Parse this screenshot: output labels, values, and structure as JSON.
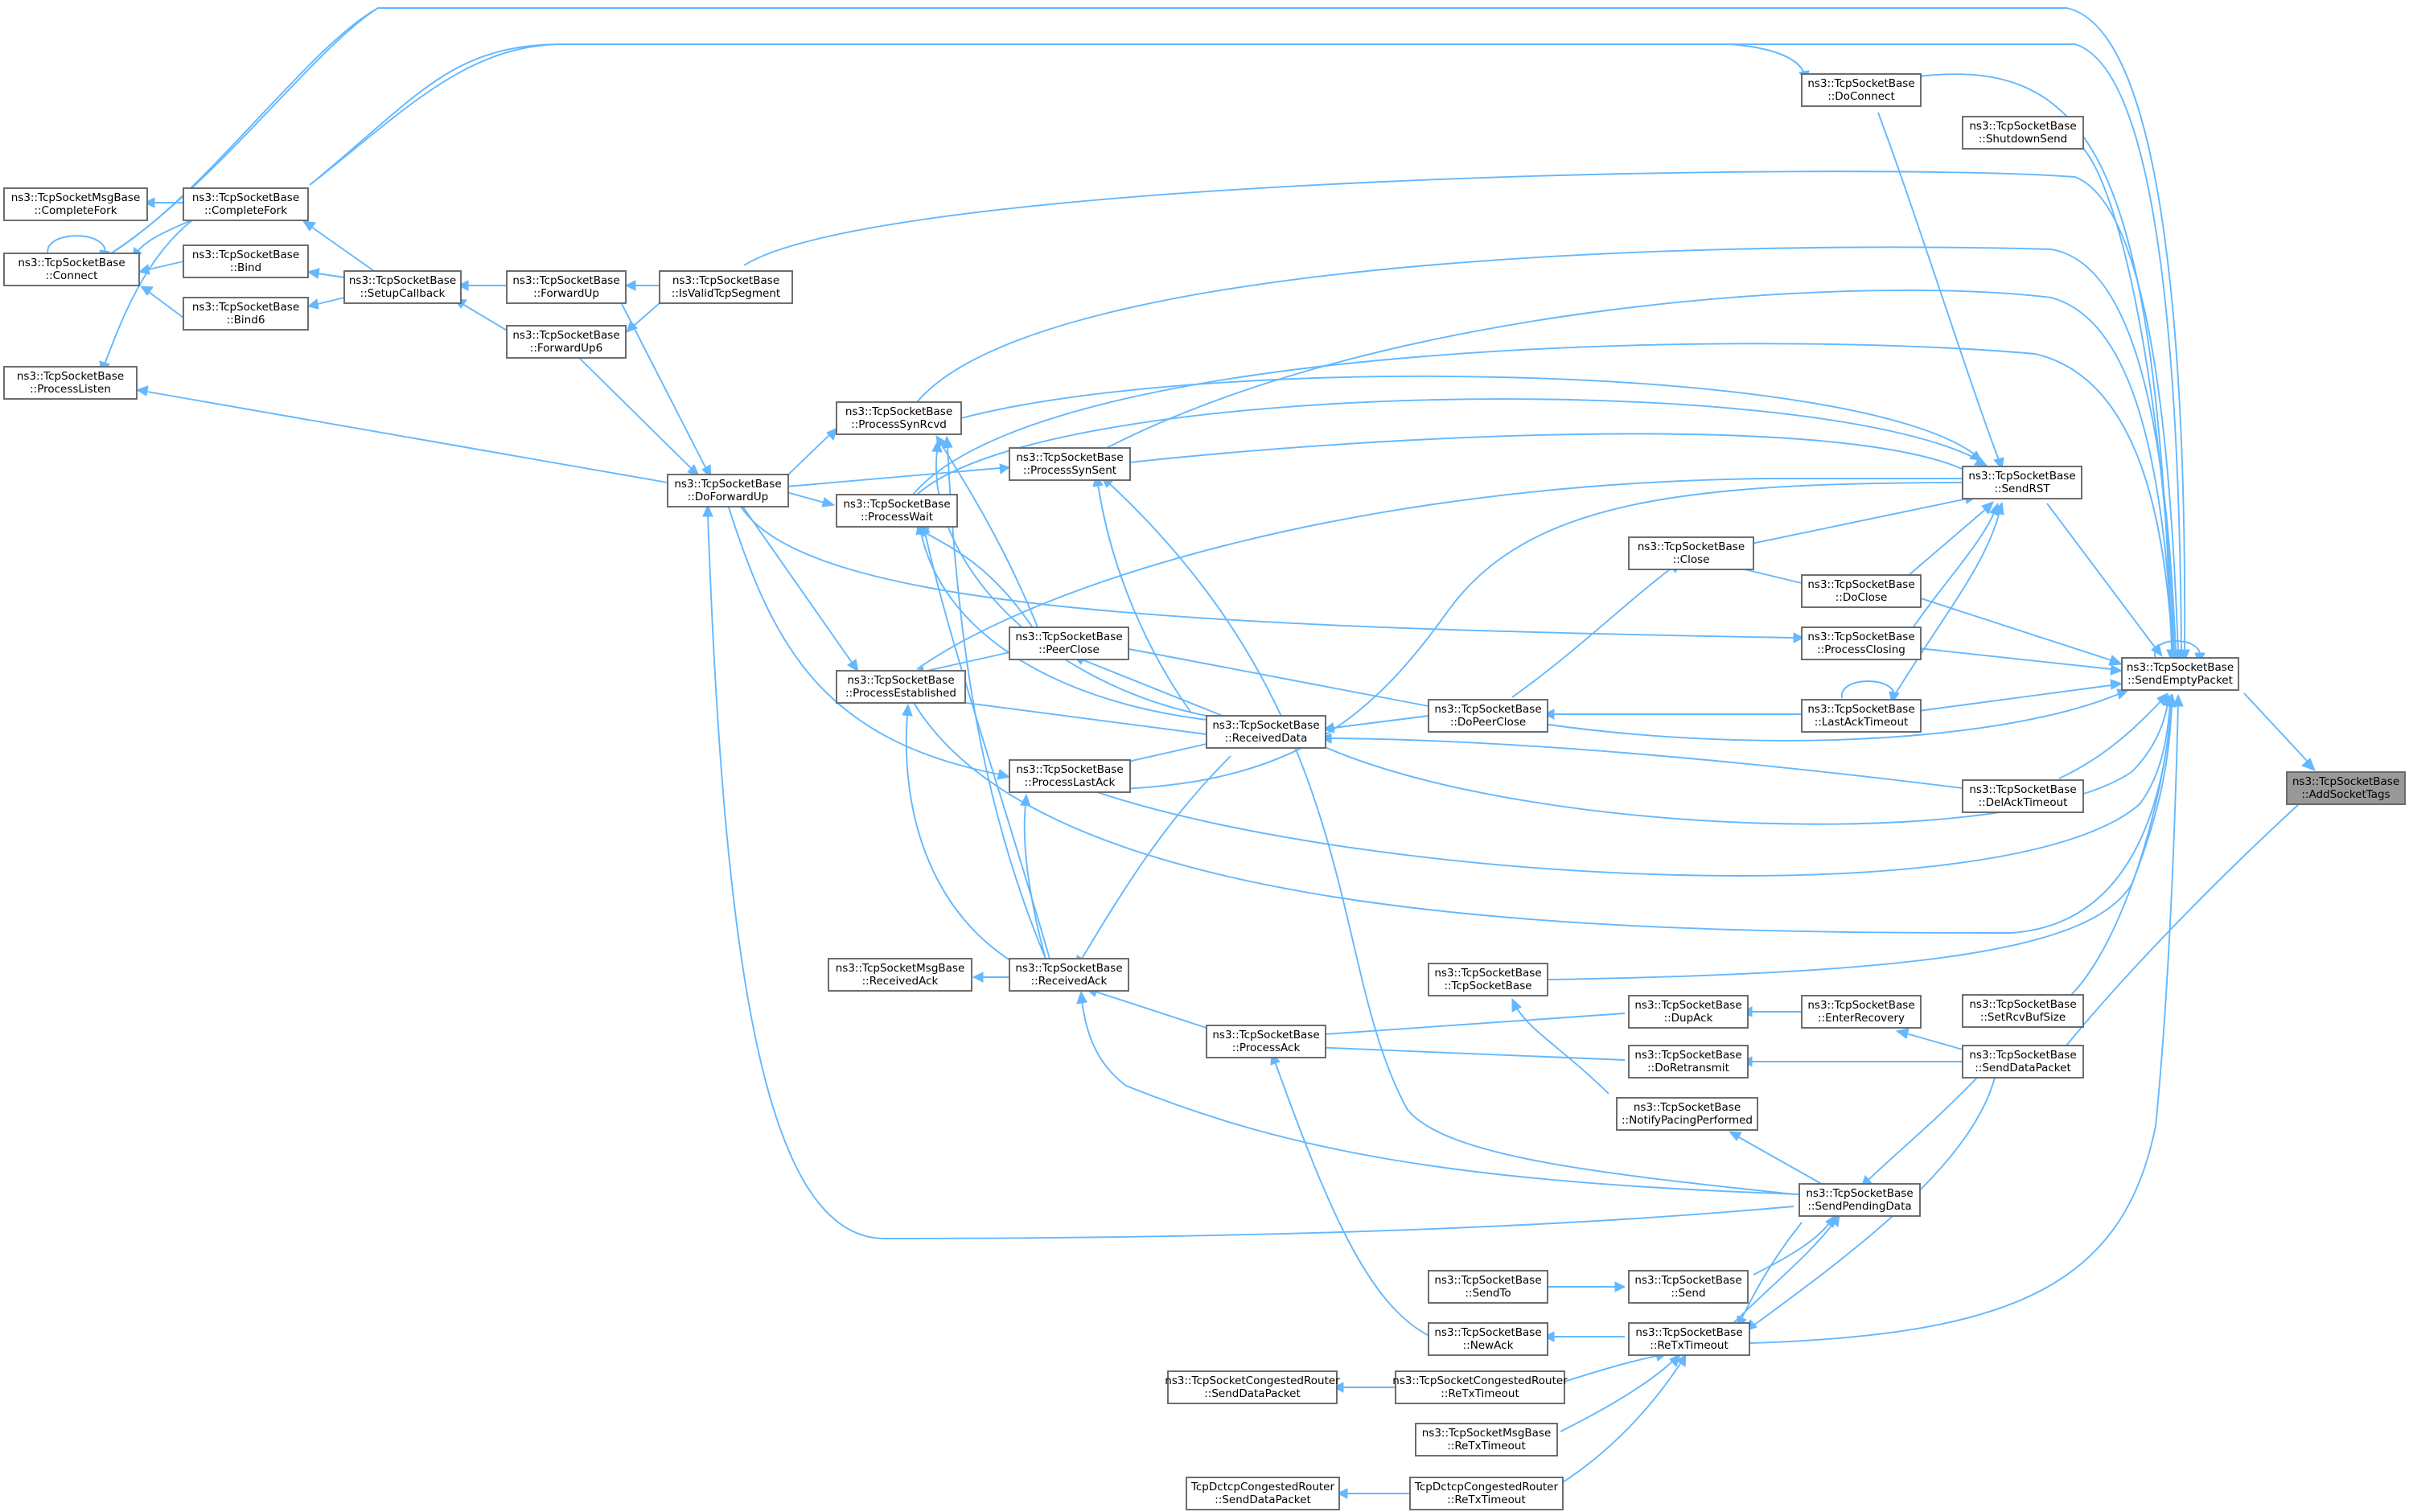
{
  "colors": {
    "edge": "#63b8ff",
    "node_border": "#666666",
    "node_fill": "#ffffff",
    "highlight_fill": "#999999"
  },
  "nodes": {
    "addSocketTags": {
      "line1": "ns3::TcpSocketBase",
      "line2": "::AddSocketTags"
    },
    "sendEmptyPacket": {
      "line1": "ns3::TcpSocketBase",
      "line2": "::SendEmptyPacket"
    },
    "sendDataPacket": {
      "line1": "ns3::TcpSocketBase",
      "line2": "::SendDataPacket"
    },
    "doConnect": {
      "line1": "ns3::TcpSocketBase",
      "line2": "::DoConnect"
    },
    "shutdownSend": {
      "line1": "ns3::TcpSocketBase",
      "line2": "::ShutdownSend"
    },
    "sendRST": {
      "line1": "ns3::TcpSocketBase",
      "line2": "::SendRST"
    },
    "close": {
      "line1": "ns3::TcpSocketBase",
      "line2": "::Close"
    },
    "doClose": {
      "line1": "ns3::TcpSocketBase",
      "line2": "::DoClose"
    },
    "processClosing": {
      "line1": "ns3::TcpSocketBase",
      "line2": "::ProcessClosing"
    },
    "lastAckTimeout": {
      "line1": "ns3::TcpSocketBase",
      "line2": "::LastAckTimeout"
    },
    "delAckTimeout": {
      "line1": "ns3::TcpSocketBase",
      "line2": "::DelAckTimeout"
    },
    "setRcvBufSize": {
      "line1": "ns3::TcpSocketBase",
      "line2": "::SetRcvBufSize"
    },
    "enterRecovery": {
      "line1": "ns3::TcpSocketBase",
      "line2": "::EnterRecovery"
    },
    "dupAck": {
      "line1": "ns3::TcpSocketBase",
      "line2": "::DupAck"
    },
    "doRetransmit": {
      "line1": "ns3::TcpSocketBase",
      "line2": "::DoRetransmit"
    },
    "notifyPacing": {
      "line1": "ns3::TcpSocketBase",
      "line2": "::NotifyPacingPerformed"
    },
    "sendPendingData": {
      "line1": "ns3::TcpSocketBase",
      "line2": "::SendPendingData"
    },
    "send": {
      "line1": "ns3::TcpSocketBase",
      "line2": "::Send"
    },
    "reTxTimeout": {
      "line1": "ns3::TcpSocketBase",
      "line2": "::ReTxTimeout"
    },
    "tcpSocketBaseCtor": {
      "line1": "ns3::TcpSocketBase",
      "line2": "::TcpSocketBase"
    },
    "sendTo": {
      "line1": "ns3::TcpSocketBase",
      "line2": "::SendTo"
    },
    "newAck": {
      "line1": "ns3::TcpSocketBase",
      "line2": "::NewAck"
    },
    "crReTxTimeout": {
      "line1": "ns3::TcpSocketCongestedRouter",
      "line2": "::ReTxTimeout"
    },
    "msgReTxTimeout": {
      "line1": "ns3::TcpSocketMsgBase",
      "line2": "::ReTxTimeout"
    },
    "dctcpReTxTimeout": {
      "line1": "TcpDctcpCongestedRouter",
      "line2": "::ReTxTimeout"
    },
    "crSendDataPacket": {
      "line1": "ns3::TcpSocketCongestedRouter",
      "line2": "::SendDataPacket"
    },
    "dctcpSendDataPacket": {
      "line1": "TcpDctcpCongestedRouter",
      "line2": "::SendDataPacket"
    },
    "doPeerClose": {
      "line1": "ns3::TcpSocketBase",
      "line2": "::DoPeerClose"
    },
    "receivedData": {
      "line1": "ns3::TcpSocketBase",
      "line2": "::ReceivedData"
    },
    "processAck": {
      "line1": "ns3::TcpSocketBase",
      "line2": "::ProcessAck"
    },
    "peerClose": {
      "line1": "ns3::TcpSocketBase",
      "line2": "::PeerClose"
    },
    "processSynSent": {
      "line1": "ns3::TcpSocketBase",
      "line2": "::ProcessSynSent"
    },
    "processLastAck": {
      "line1": "ns3::TcpSocketBase",
      "line2": "::ProcessLastAck"
    },
    "receivedAck": {
      "line1": "ns3::TcpSocketBase",
      "line2": "::ReceivedAck"
    },
    "processSynRcvd": {
      "line1": "ns3::TcpSocketBase",
      "line2": "::ProcessSynRcvd"
    },
    "processWait": {
      "line1": "ns3::TcpSocketBase",
      "line2": "::ProcessWait"
    },
    "processEstablished": {
      "line1": "ns3::TcpSocketBase",
      "line2": "::ProcessEstablished"
    },
    "msgReceivedAck": {
      "line1": "ns3::TcpSocketMsgBase",
      "line2": "::ReceivedAck"
    },
    "doForwardUp": {
      "line1": "ns3::TcpSocketBase",
      "line2": "::DoForwardUp"
    },
    "isValidTcpSegment": {
      "line1": "ns3::TcpSocketBase",
      "line2": "::IsValidTcpSegment"
    },
    "forwardUp": {
      "line1": "ns3::TcpSocketBase",
      "line2": "::ForwardUp"
    },
    "forwardUp6": {
      "line1": "ns3::TcpSocketBase",
      "line2": "::ForwardUp6"
    },
    "setupCallback": {
      "line1": "ns3::TcpSocketBase",
      "line2": "::SetupCallback"
    },
    "completeFork": {
      "line1": "ns3::TcpSocketBase",
      "line2": "::CompleteFork"
    },
    "bind": {
      "line1": "ns3::TcpSocketBase",
      "line2": "::Bind"
    },
    "bind6": {
      "line1": "ns3::TcpSocketBase",
      "line2": "::Bind6"
    },
    "msgCompleteFork": {
      "line1": "ns3::TcpSocketMsgBase",
      "line2": "::CompleteFork"
    },
    "connect": {
      "line1": "ns3::TcpSocketBase",
      "line2": "::Connect"
    },
    "processListen": {
      "line1": "ns3::TcpSocketBase",
      "line2": "::ProcessListen"
    }
  }
}
